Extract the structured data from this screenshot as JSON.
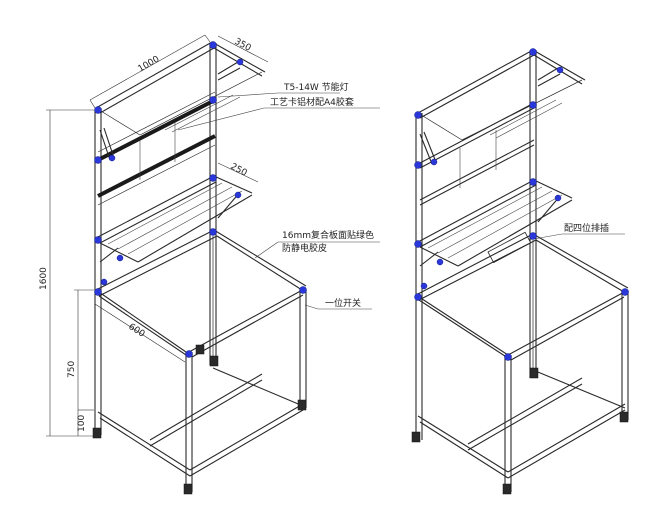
{
  "dimensions": {
    "width_top": "1000",
    "depth_top": "350",
    "depth_shelf": "250",
    "depth_table": "600",
    "height_total": "1600",
    "height_table": "750",
    "height_bottom": "100"
  },
  "callouts": {
    "lamp": "T5-14W 节能灯",
    "card_sleeve": "工艺卡铝材配A4胶套",
    "board_line1": "16mm复合板面贴绿色",
    "board_line2": "防静电胶皮",
    "switch": "一位开关",
    "socket": "配四位排插"
  },
  "colors": {
    "joint": "#2b38d9",
    "line": "#2a2a2a"
  }
}
